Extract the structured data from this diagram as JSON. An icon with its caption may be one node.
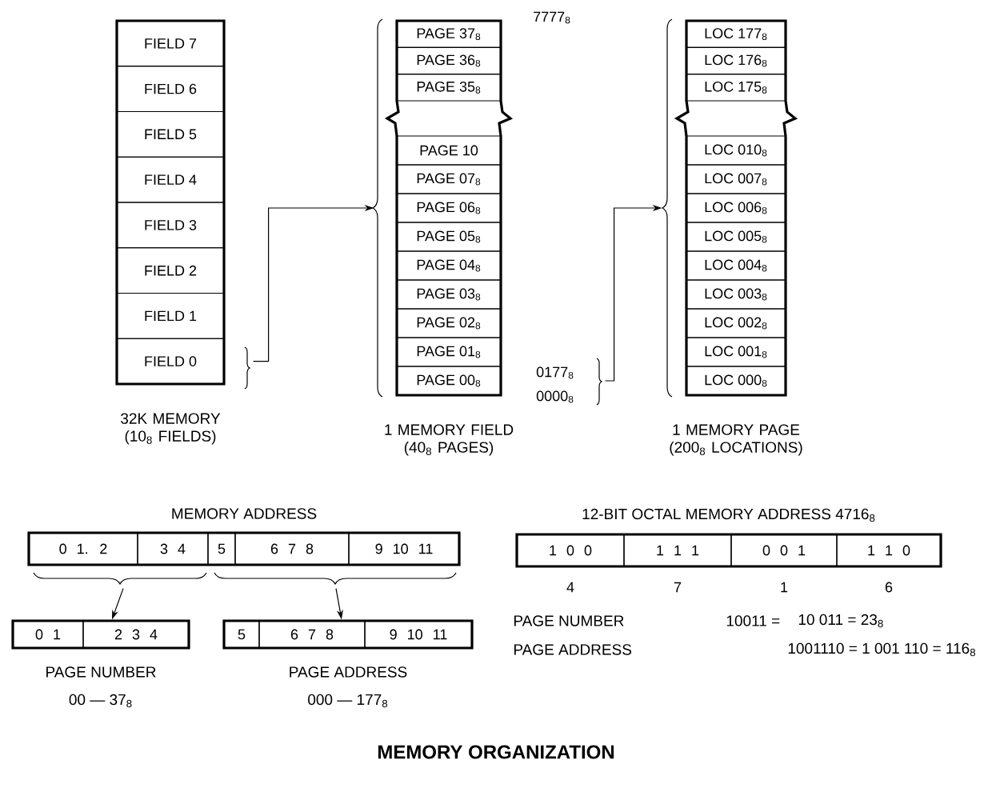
{
  "diagram": {
    "title": "MEMORY ORGANIZATION",
    "nodes": [
      {
        "text": [
          "32K MEMORY (10$_{8}$ FIELDS)"
        ]
      },
      {
        "text": [
          "FIELD 7"
        ],
        "in": 0
      },
      {
        "text": [
          "FIELD 6"
        ],
        "in": 0
      },
      {
        "text": [
          "FIELD 5"
        ],
        "in": 0
      },
      {
        "text": [
          "FIELD 4"
        ],
        "in": 0
      },
      {
        "text": [
          "FIELD 3"
        ],
        "in": 0
      },
      {
        "text": [
          "FIELD 2"
        ],
        "in": 0
      },
      {
        "text": [
          "FIELD 1"
        ],
        "in": 0
      },
      {
        "text": [
          "FIELD 0"
        ],
        "in": 0
      },
      {
        "text": [
          "1 MEMORY FIELD (40$_{8}$ PAGES)"
        ]
      },
      {
        "text": [
          "PAGE 37$_{8}$"
        ],
        "in": 9,
        "beside": [
          "7777$_{8}$"
        ]
      },
      {
        "text": [
          "PAGE 36$_{8}$"
        ],
        "in": 9
      },
      {
        "text": [
          "PAGE 35$_{8}$"
        ],
        "in": 9
      },
      {
        "text": [
          "PAGE 10"
        ],
        "in": 9
      },
      {
        "text": [
          "PAGE 07$_{8}$"
        ],
        "in": 9
      },
      {
        "text": [
          "PAGE 06$_{8}$"
        ],
        "in": 9
      },
      {
        "text": [
          "PAGE 05$_{8}$"
        ],
        "in": 9
      },
      {
        "text": [
          "PAGE 04$_{8}$"
        ],
        "in": 9
      },
      {
        "text": [
          "PAGE 03$_{8}$"
        ],
        "in": 9
      },
      {
        "text": [
          "PAGE 02$_{8}$"
        ],
        "in": 9
      },
      {
        "text": [
          "PAGE 01$_{8}$"
        ],
        "in": 9
      },
      {
        "text": [
          "PAGE 00$_{8}$"
        ],
        "in": 9,
        "beside": [
          "0177$_{8}$",
          "0000$_{8}$"
        ]
      },
      {
        "text": [
          "1 MEMORY PAGE (200$_{8}$ LOCATIONS)"
        ]
      },
      {
        "text": [
          "LOC 177$_{8}$"
        ],
        "in": 22
      },
      {
        "text": [
          "LOC 176$_{8}$"
        ],
        "in": 22
      },
      {
        "text": [
          "LOC 175$_{8}$"
        ],
        "in": 22
      },
      {
        "text": [
          "LOC 010$_{8}$"
        ],
        "in": 22
      },
      {
        "text": [
          "LOC 007$_{8}$"
        ],
        "in": 22
      },
      {
        "text": [
          "LOC 006$_{8}$"
        ],
        "in": 22
      },
      {
        "text": [
          "LOC 005$_{8}$"
        ],
        "in": 22
      },
      {
        "text": [
          "LOC 004$_{8}$"
        ],
        "in": 22
      },
      {
        "text": [
          "LOC 003$_{8}$"
        ],
        "in": 22
      },
      {
        "text": [
          "LOC 002$_{8}$"
        ],
        "in": 22
      },
      {
        "text": [
          "LOC 001$_{8}$"
        ],
        "in": 22
      },
      {
        "text": [
          "LOC 000$_{8}$"
        ],
        "in": 22
      },
      {
        "text": [
          "MEMORY ADDRESS"
        ]
      },
      {
        "text": [
          "0 1. 2"
        ],
        "in": 35
      },
      {
        "text": [
          "3 4"
        ],
        "in": 35
      },
      {
        "text": [
          "5"
        ],
        "in": 35
      },
      {
        "text": [
          "6 7 8"
        ],
        "in": 35
      },
      {
        "text": [
          "9 10 11"
        ],
        "in": 35
      },
      {
        "text": [
          "PAGE NUMBER"
        ],
        "beside": [
          "00 — 37$_{8}$"
        ]
      },
      {
        "text": [
          "0 1"
        ],
        "in": 41
      },
      {
        "text": [
          "2 3 4"
        ],
        "in": 41
      },
      {
        "text": [
          "PAGE ADDRESS"
        ],
        "beside": [
          "000 — 177$_{8}$"
        ]
      },
      {
        "text": [
          "5"
        ],
        "in": 44
      },
      {
        "text": [
          "6 7 8"
        ],
        "in": 44
      },
      {
        "text": [
          "9 10 11"
        ],
        "in": 44
      },
      {
        "text": [
          "12-BIT OCTAL MEMORY ADDRESS 4716$_{8}$"
        ]
      },
      {
        "text": [
          "1 0 0"
        ],
        "in": 48,
        "beside": [
          "4"
        ]
      },
      {
        "text": [
          "1 1 1"
        ],
        "in": 48,
        "beside": [
          "7"
        ]
      },
      {
        "text": [
          "0 0 1"
        ],
        "in": 48,
        "beside": [
          "1"
        ]
      },
      {
        "text": [
          "1 1 0"
        ],
        "in": 48,
        "beside": [
          "6"
        ]
      }
    ],
    "edges": [
      {
        "from": 8,
        "to": 9,
        "arrow": "to"
      },
      {
        "from": 21,
        "to": 22,
        "arrow": "to"
      },
      {
        "from": 35,
        "to": 41,
        "arrow": "to"
      },
      {
        "from": 35,
        "to": 44,
        "arrow": "to"
      }
    ],
    "labels": [
      "PAGE NUMBER",
      "10011 =",
      "10 011 = 23$_{8}$",
      "PAGE ADDRESS",
      "1001110 = 1 001 110 = 116$_{8}$"
    ]
  }
}
